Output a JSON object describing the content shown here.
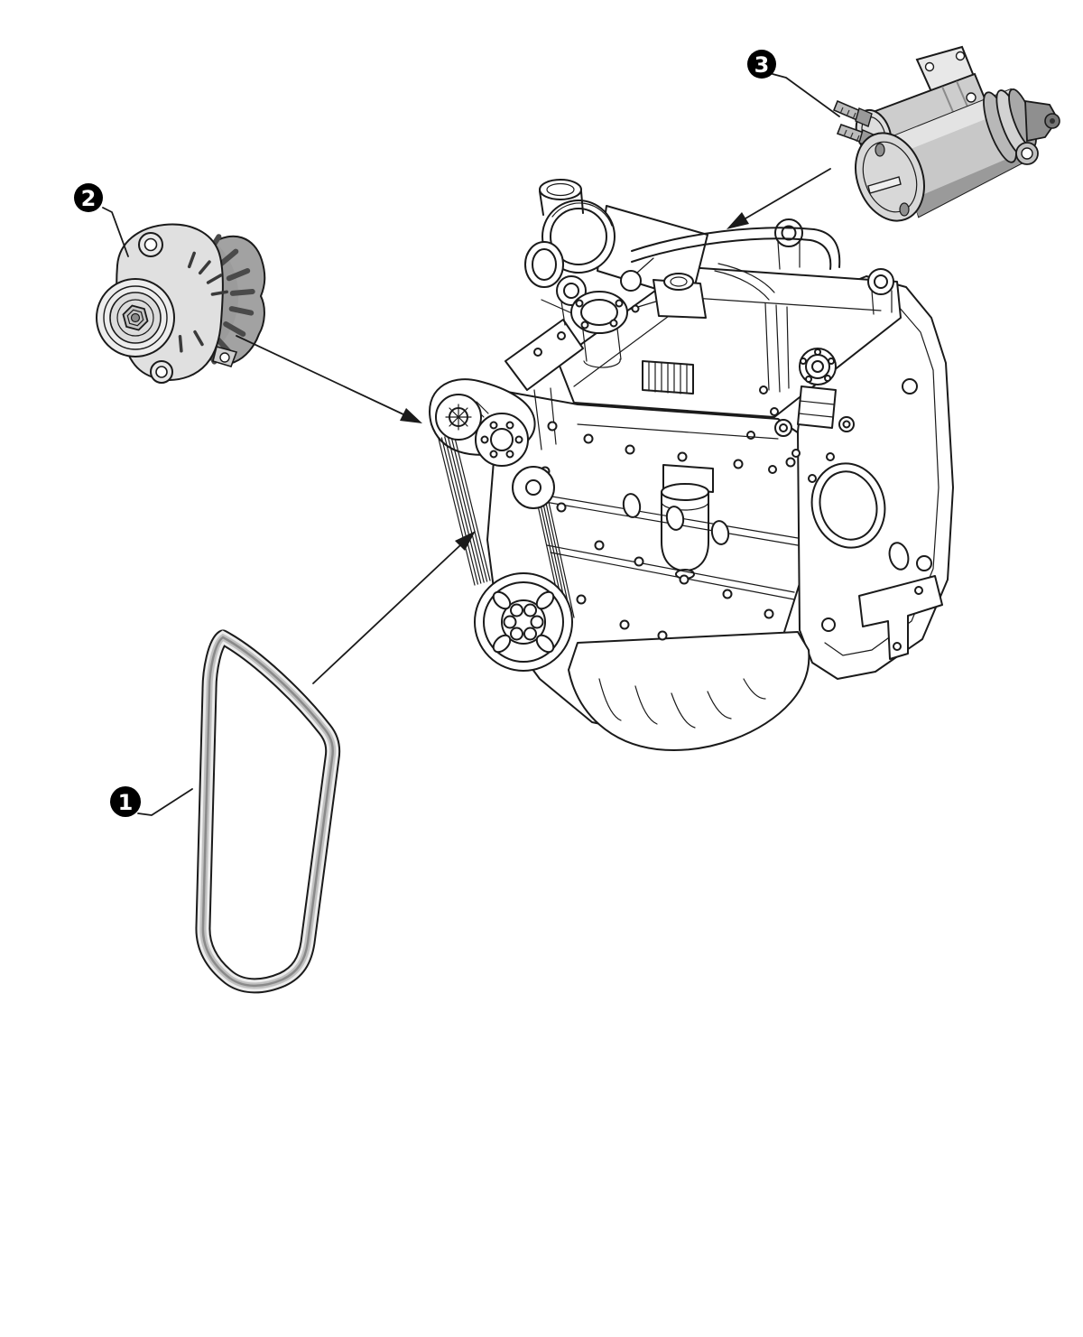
{
  "figure": {
    "kind": "exploded-parts-diagram",
    "background_color": "#ffffff",
    "line_color": "#1a1a1a",
    "palette": {
      "part_light": "#e8e8e8",
      "part_mid": "#c6c6c6",
      "part_dark": "#909090"
    },
    "callouts": [
      {
        "label": "1",
        "badge_fill": "#000000",
        "label_color": "#ffffff"
      },
      {
        "label": "2",
        "badge_fill": "#000000",
        "label_color": "#ffffff"
      },
      {
        "label": "3",
        "badge_fill": "#000000",
        "label_color": "#ffffff"
      }
    ]
  }
}
